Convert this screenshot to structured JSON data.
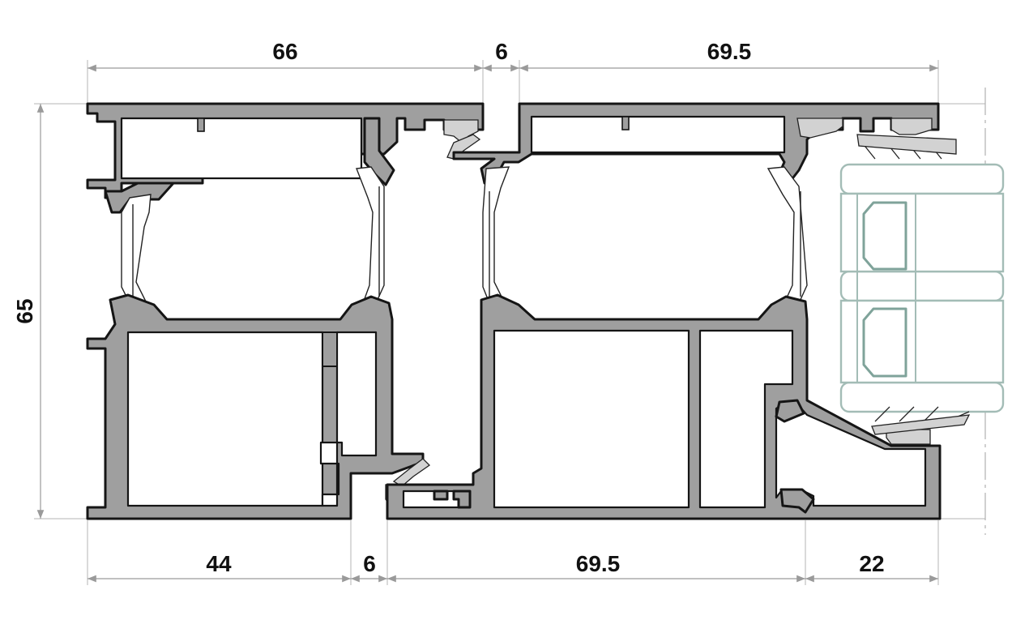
{
  "dimensions": {
    "top": [
      "66",
      "6",
      "69.5"
    ],
    "bottom": [
      "44",
      "6",
      "69.5",
      "22"
    ],
    "left": "65"
  },
  "colors": {
    "aluminium": "#9f9f9f",
    "outline": "#151515",
    "glazing": "#a3bcb6",
    "dimension_line": "#9a9a9a"
  }
}
